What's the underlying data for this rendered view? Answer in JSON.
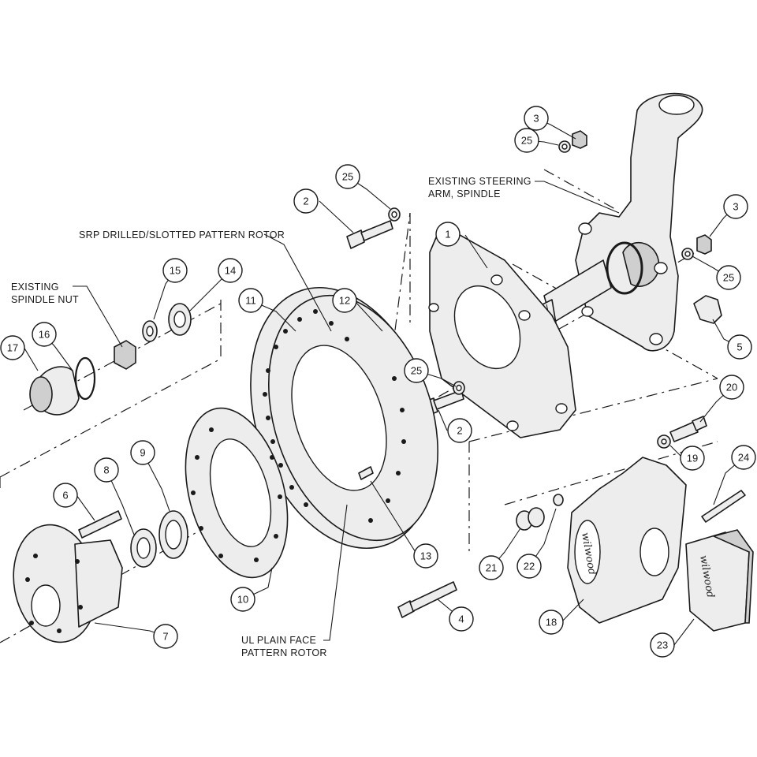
{
  "labels": {
    "srp_rotor": "SRP DRILLED/SLOTTED PATTERN ROTOR",
    "existing_spindle_nut_1": "EXISTING",
    "existing_spindle_nut_2": "SPINDLE NUT",
    "existing_steering_1": "EXISTING STEERING",
    "existing_steering_2": "ARM, SPINDLE",
    "ul_rotor_1": "UL PLAIN FACE",
    "ul_rotor_2": "PATTERN ROTOR"
  },
  "callouts": {
    "c1": "1",
    "c2a": "2",
    "c2b": "2",
    "c3a": "3",
    "c3b": "3",
    "c4": "4",
    "c5": "5",
    "c6": "6",
    "c7": "7",
    "c8": "8",
    "c9": "9",
    "c10": "10",
    "c11": "11",
    "c12": "12",
    "c13": "13",
    "c14": "14",
    "c15": "15",
    "c16": "16",
    "c17": "17",
    "c18": "18",
    "c19": "19",
    "c20": "20",
    "c21": "21",
    "c22": "22",
    "c23": "23",
    "c24": "24",
    "c25a": "25",
    "c25b": "25",
    "c25c": "25",
    "c25d": "25"
  },
  "branding": {
    "caliper_logo": "wilwood",
    "pad_logo": "wilwood"
  }
}
